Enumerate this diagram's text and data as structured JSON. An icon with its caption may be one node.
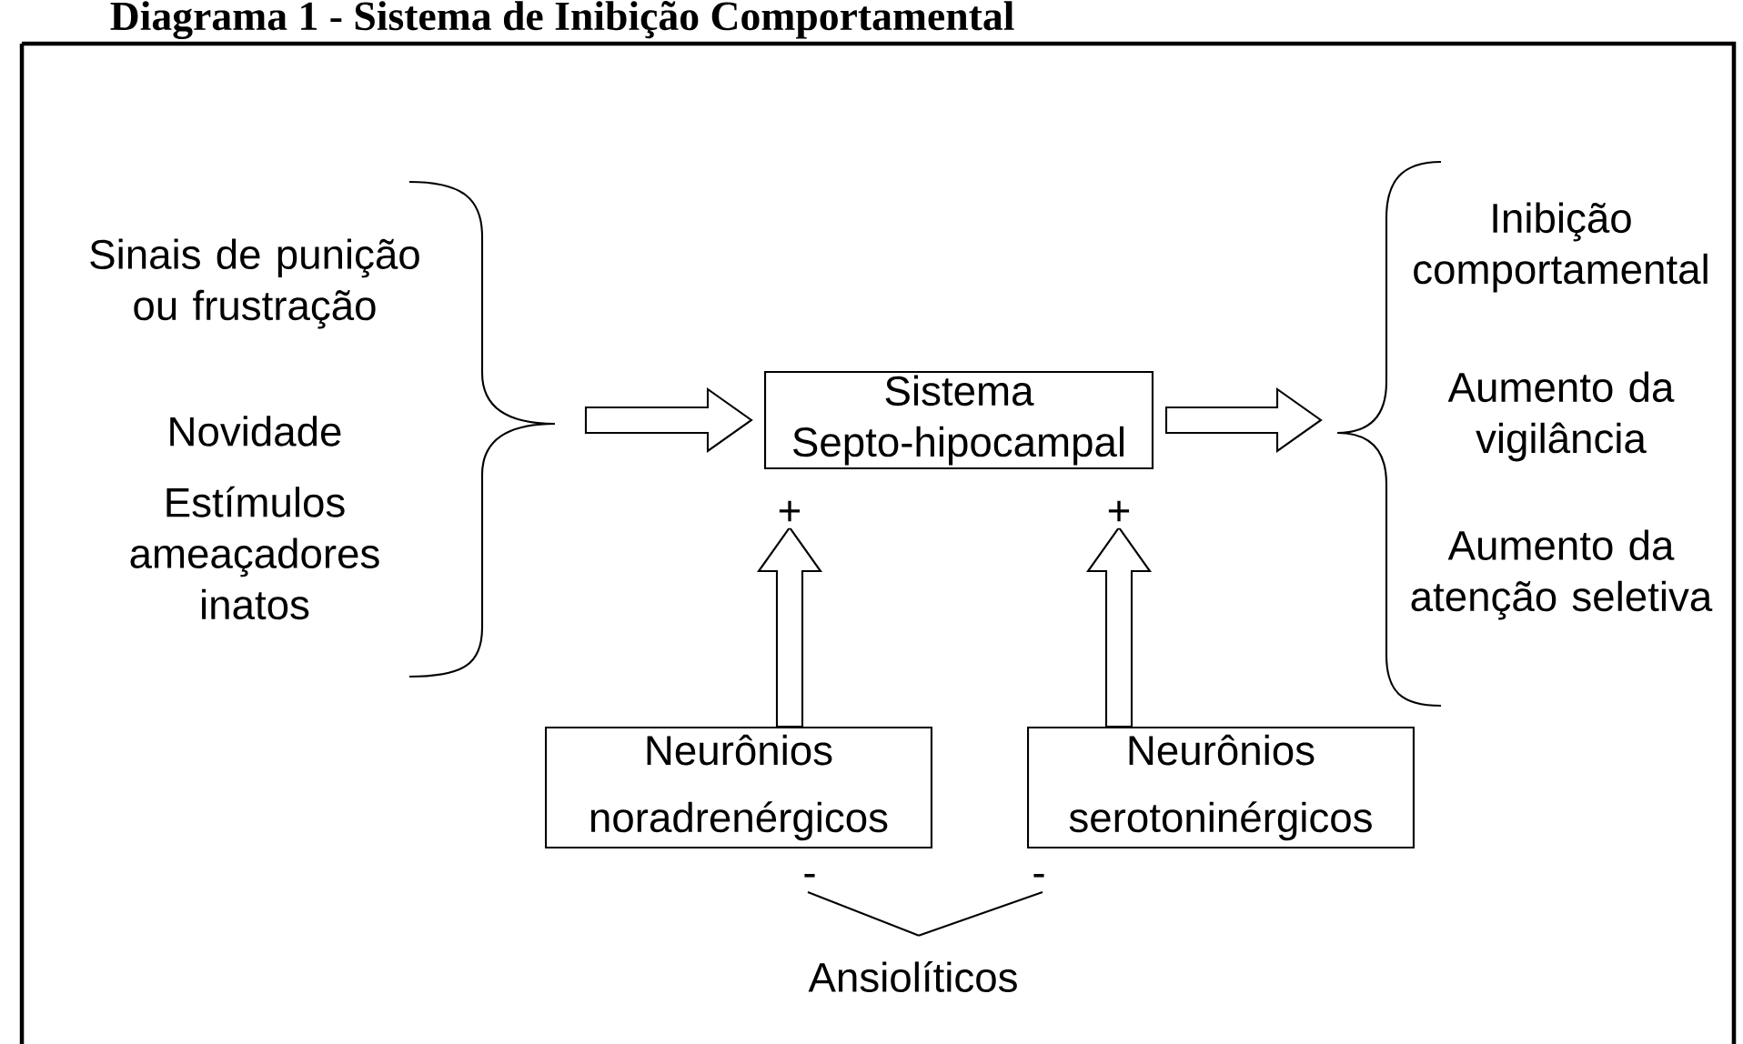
{
  "diagram": {
    "title": "Diagrama 1 - Sistema de Inibição Comportamental",
    "nodes": [
      {
        "text": [
          "Sinais de punição ou frustração"
        ]
      },
      {
        "text": [
          "Novidade"
        ]
      },
      {
        "text": [
          "Estímulos ameaçadores inatos"
        ]
      },
      {
        "text": [
          "Sistema Septo-hipocampal"
        ]
      },
      {
        "text": [
          "Inibição comportamental"
        ]
      },
      {
        "text": [
          "Aumento da vigilância"
        ]
      },
      {
        "text": [
          "Aumento da atenção seletiva"
        ]
      },
      {
        "text": [
          "Neurônios noradrenérgicos"
        ]
      },
      {
        "text": [
          "Neurônios serotoninérgicos"
        ]
      },
      {
        "text": [
          "Ansiolíticos"
        ]
      }
    ],
    "edges": [
      {
        "from": null,
        "to": 3,
        "arrow": "to"
      },
      {
        "from": 3,
        "to": null,
        "arrow": "to"
      },
      {
        "from": 7,
        "to": 3,
        "arrow": "to",
        "label": "+"
      },
      {
        "from": 8,
        "to": 3,
        "arrow": "to",
        "label": "+"
      },
      {
        "from": 9,
        "to": 7,
        "arrow": "none",
        "label": "-"
      },
      {
        "from": 9,
        "to": 8,
        "arrow": "none",
        "label": "-"
      }
    ]
  }
}
